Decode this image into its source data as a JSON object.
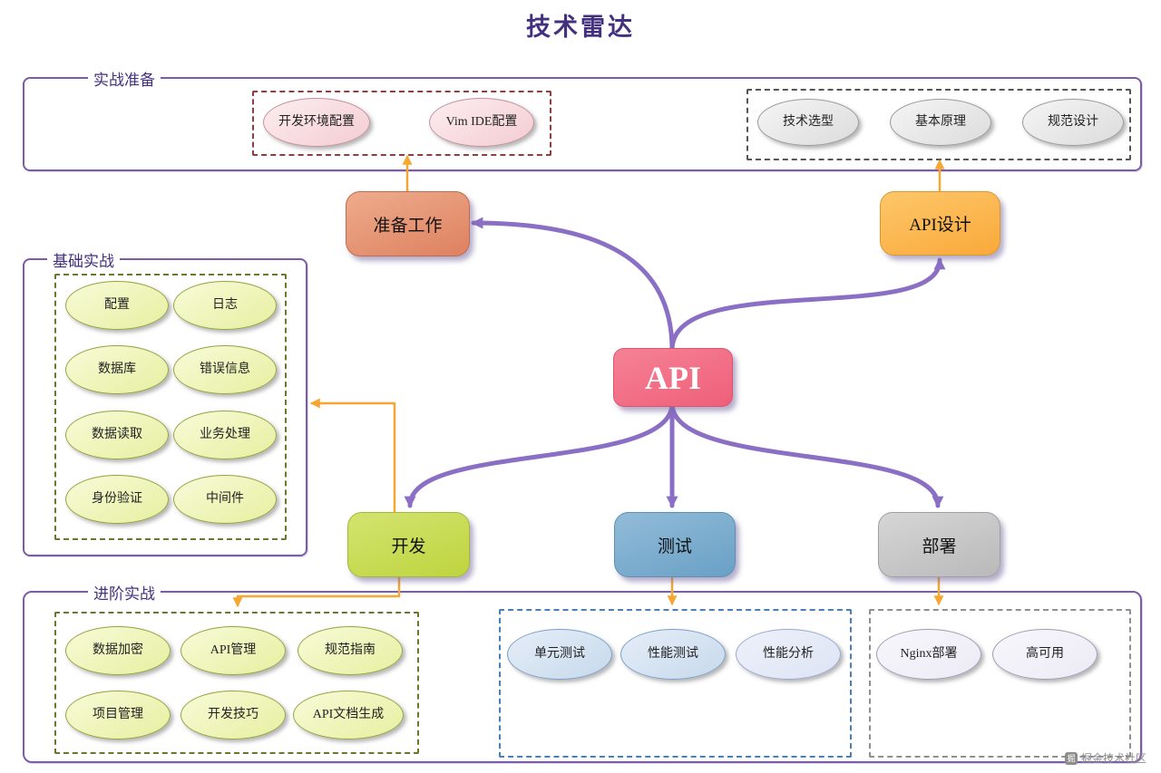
{
  "title": "技术雷达",
  "watermark": "掘金技术社区",
  "colors": {
    "title_text": "#43307e",
    "section_border": "#7b5ca8",
    "primary_arrow": "#8a6fc4",
    "secondary_arrow": "#f5a732",
    "api_node": "#f2677e",
    "prep_node": "#e08a68",
    "api_design_node": "#fbb042",
    "dev_node": "#c5da4d",
    "test_node": "#74a8cc",
    "deploy_node": "#c3c3c3"
  },
  "nodes": {
    "api": "API",
    "prep": "准备工作",
    "api_design": "API设计",
    "dev": "开发",
    "test": "测试",
    "deploy": "部署"
  },
  "sections": {
    "practice_prep": {
      "label": "实战准备",
      "env_items": [
        "开发环境配置",
        "Vim IDE配置"
      ],
      "design_items": [
        "技术选型",
        "基本原理",
        "规范设计"
      ]
    },
    "basic_practice": {
      "label": "基础实战",
      "items": [
        "配置",
        "日志",
        "数据库",
        "错误信息",
        "数据读取",
        "业务处理",
        "身份验证",
        "中间件"
      ]
    },
    "advanced_practice": {
      "label": "进阶实战",
      "dev_items": [
        "数据加密",
        "API管理",
        "规范指南",
        "项目管理",
        "开发技巧",
        "API文档生成"
      ],
      "test_items": [
        "单元测试",
        "性能测试",
        "性能分析"
      ],
      "deploy_items": [
        "Nginx部署",
        "高可用"
      ]
    }
  }
}
